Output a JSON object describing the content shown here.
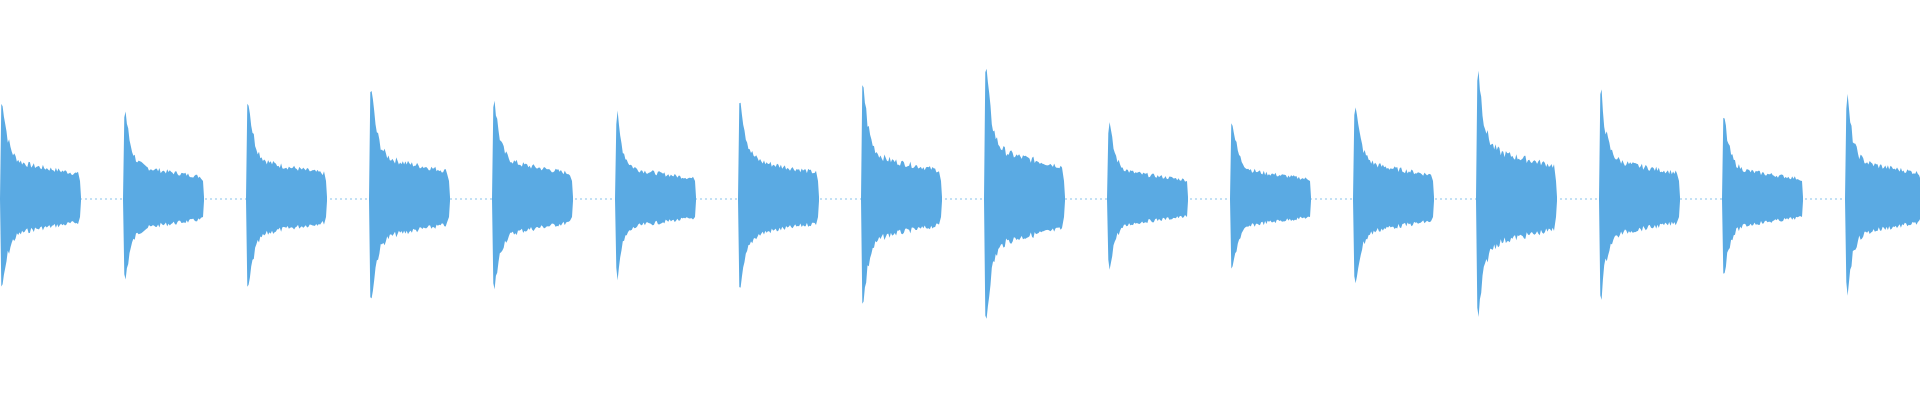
{
  "waveform": {
    "color": "#5aaae3",
    "background": "#ffffff",
    "hit_count": 16,
    "hit_peaks": [
      0.66,
      0.58,
      0.67,
      0.73,
      0.67,
      0.54,
      0.69,
      0.75,
      0.85,
      0.5,
      0.52,
      0.63,
      0.87,
      0.68,
      0.53,
      0.66
    ]
  }
}
